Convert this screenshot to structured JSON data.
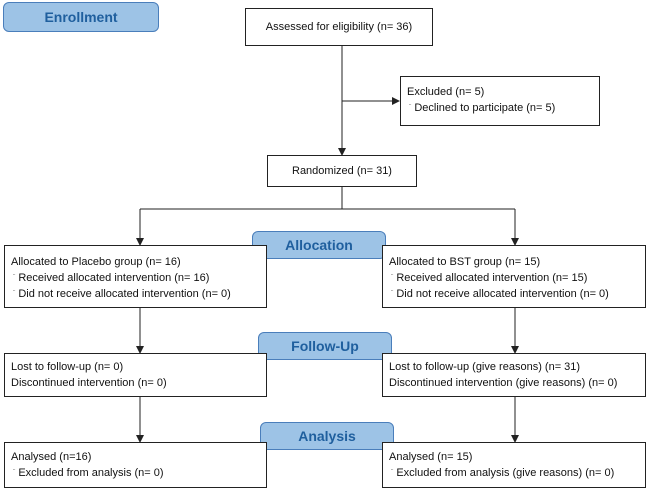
{
  "stages": {
    "enrollment": "Enrollment",
    "allocation": "Allocation",
    "follow_up": "Follow-Up",
    "analysis": "Analysis"
  },
  "assessed": "Assessed for eligibility (n= 36)",
  "excluded": {
    "title": "Excluded (n= 5)",
    "items": [
      "Declined to participate (n= 5)"
    ]
  },
  "randomized": "Randomized (n= 31)",
  "allocation_left": {
    "title": "Allocated to Placebo group (n= 16)",
    "items": [
      "Received allocated intervention (n= 16)",
      "Did not receive allocated intervention (n= 0)"
    ]
  },
  "allocation_right": {
    "title": "Allocated to BST group (n= 15)",
    "items": [
      "Received allocated intervention (n= 15)",
      "Did not receive allocated intervention (n= 0)"
    ]
  },
  "followup_left": {
    "lines": [
      "Lost to follow-up (n= 0)",
      "Discontinued intervention (n= 0)"
    ]
  },
  "followup_right": {
    "lines": [
      "Lost to follow-up (give reasons) (n= 31)",
      "Discontinued intervention (give reasons) (n= 0)"
    ]
  },
  "analysis_left": {
    "title": "Analysed (n=16)",
    "items": [
      "Excluded from analysis (n= 0)"
    ]
  },
  "analysis_right": {
    "title": "Analysed (n= 15)",
    "items": [
      "Excluded from analysis (give reasons) (n= 0)"
    ]
  },
  "bullet_glyph": "¨",
  "colors": {
    "stage_fill": "#9dc3e6",
    "stage_border": "#4a7ebb",
    "stage_text": "#1f5f9e",
    "line": "#222222"
  }
}
